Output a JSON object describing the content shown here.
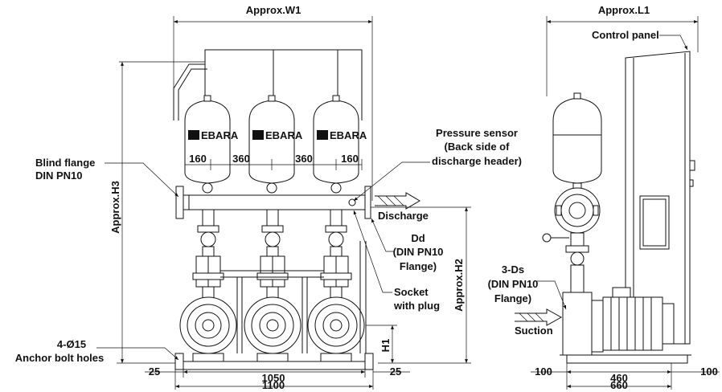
{
  "front_view": {
    "width_label": "Approx.W1",
    "height_h3_label": "Approx.H3",
    "height_h2_label": "Approx.H2",
    "height_h1_label": "H1",
    "brand": "EBARA",
    "spacing_dims": [
      "160",
      "360",
      "360",
      "160"
    ],
    "bottom_dims": {
      "left_margin": "25",
      "inner": "1050",
      "right_margin": "25",
      "overall": "1100"
    },
    "callouts": {
      "blind_flange": [
        "Blind flange",
        "DIN PN10"
      ],
      "pressure_sensor": [
        "Pressure sensor",
        "(Back side of",
        "discharge header)"
      ],
      "discharge": "Discharge",
      "dd": [
        "Dd",
        "(DIN PN10",
        "Flange)"
      ],
      "socket": [
        "Socket",
        "with plug"
      ],
      "anchor": [
        "4-Ø15",
        "Anchor bolt holes"
      ]
    }
  },
  "side_view": {
    "length_label": "Approx.L1",
    "control_panel": "Control panel",
    "suction_spec": [
      "3-Ds",
      "(DIN PN10",
      "Flange)"
    ],
    "suction": "Suction",
    "bottom_dims": {
      "left": "100",
      "inner": "460",
      "right": "100",
      "overall": "660"
    }
  }
}
